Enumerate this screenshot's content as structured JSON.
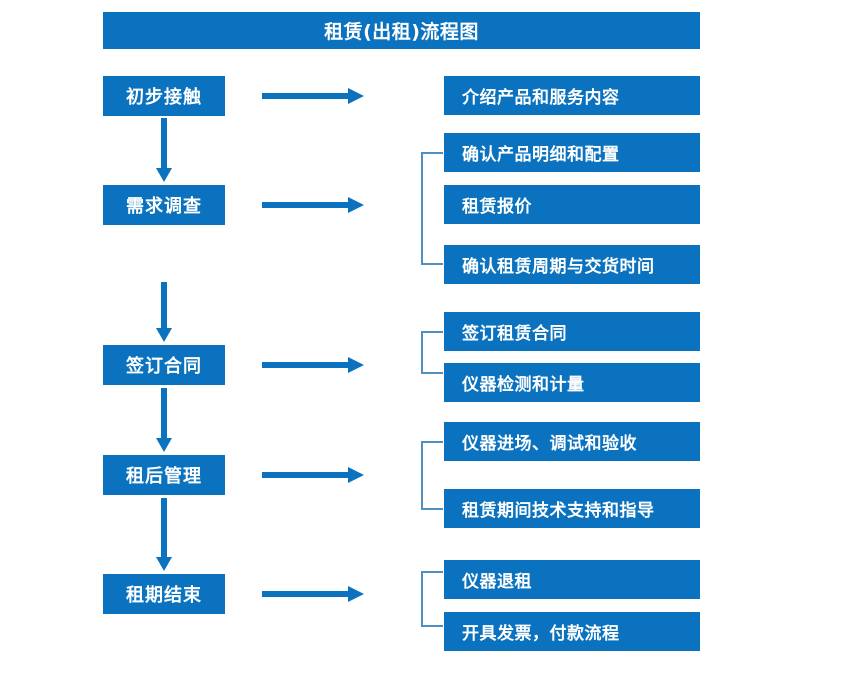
{
  "diagram": {
    "title": "租赁(出租)流程图",
    "accent_color": "#0A72BE",
    "bracket_color": "#4E8FC4",
    "text_color": "#FFFFFF",
    "background_color": "#FFFFFF",
    "stages": [
      {
        "id": "stage-1",
        "label": "初步接触"
      },
      {
        "id": "stage-2",
        "label": "需求调查"
      },
      {
        "id": "stage-3",
        "label": "签订合同"
      },
      {
        "id": "stage-4",
        "label": "租后管理"
      },
      {
        "id": "stage-5",
        "label": "租期结束"
      }
    ],
    "details": [
      {
        "id": "detail-1-1",
        "label": "介绍产品和服务内容"
      },
      {
        "id": "detail-2-1",
        "label": "确认产品明细和配置"
      },
      {
        "id": "detail-2-2",
        "label": "租赁报价"
      },
      {
        "id": "detail-2-3",
        "label": "确认租赁周期与交货时间"
      },
      {
        "id": "detail-3-1",
        "label": "签订租赁合同"
      },
      {
        "id": "detail-3-2",
        "label": "仪器检测和计量"
      },
      {
        "id": "detail-4-1",
        "label": "仪器进场、调试和验收"
      },
      {
        "id": "detail-4-2",
        "label": "租赁期间技术支持和指导"
      },
      {
        "id": "detail-5-1",
        "label": "仪器退租"
      },
      {
        "id": "detail-5-2",
        "label": "开具发票，付款流程"
      }
    ]
  }
}
